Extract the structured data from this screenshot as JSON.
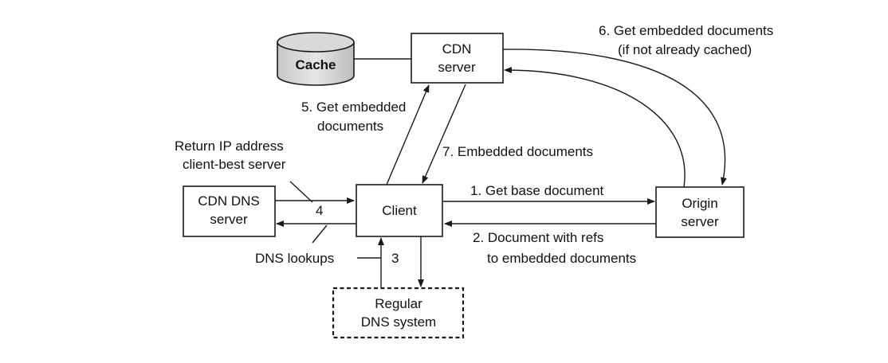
{
  "nodes": {
    "cache": "Cache",
    "cdn_server": [
      "CDN",
      "server"
    ],
    "cdn_dns_server": [
      "CDN DNS",
      "server"
    ],
    "client": "Client",
    "origin_server": [
      "Origin",
      "server"
    ],
    "regular_dns": [
      "Regular",
      "DNS system"
    ]
  },
  "labels": {
    "step1": "1. Get base document",
    "step2": [
      "2. Document with refs",
      "to embedded documents"
    ],
    "step3": "3",
    "step4": "4",
    "step5": [
      "5. Get embedded",
      "documents"
    ],
    "step6": [
      "6. Get embedded documents",
      "(if not already cached)"
    ],
    "step7": "7. Embedded documents",
    "return_ip": [
      "Return IP address",
      "client-best server"
    ],
    "dns_lookups": "DNS lookups"
  }
}
